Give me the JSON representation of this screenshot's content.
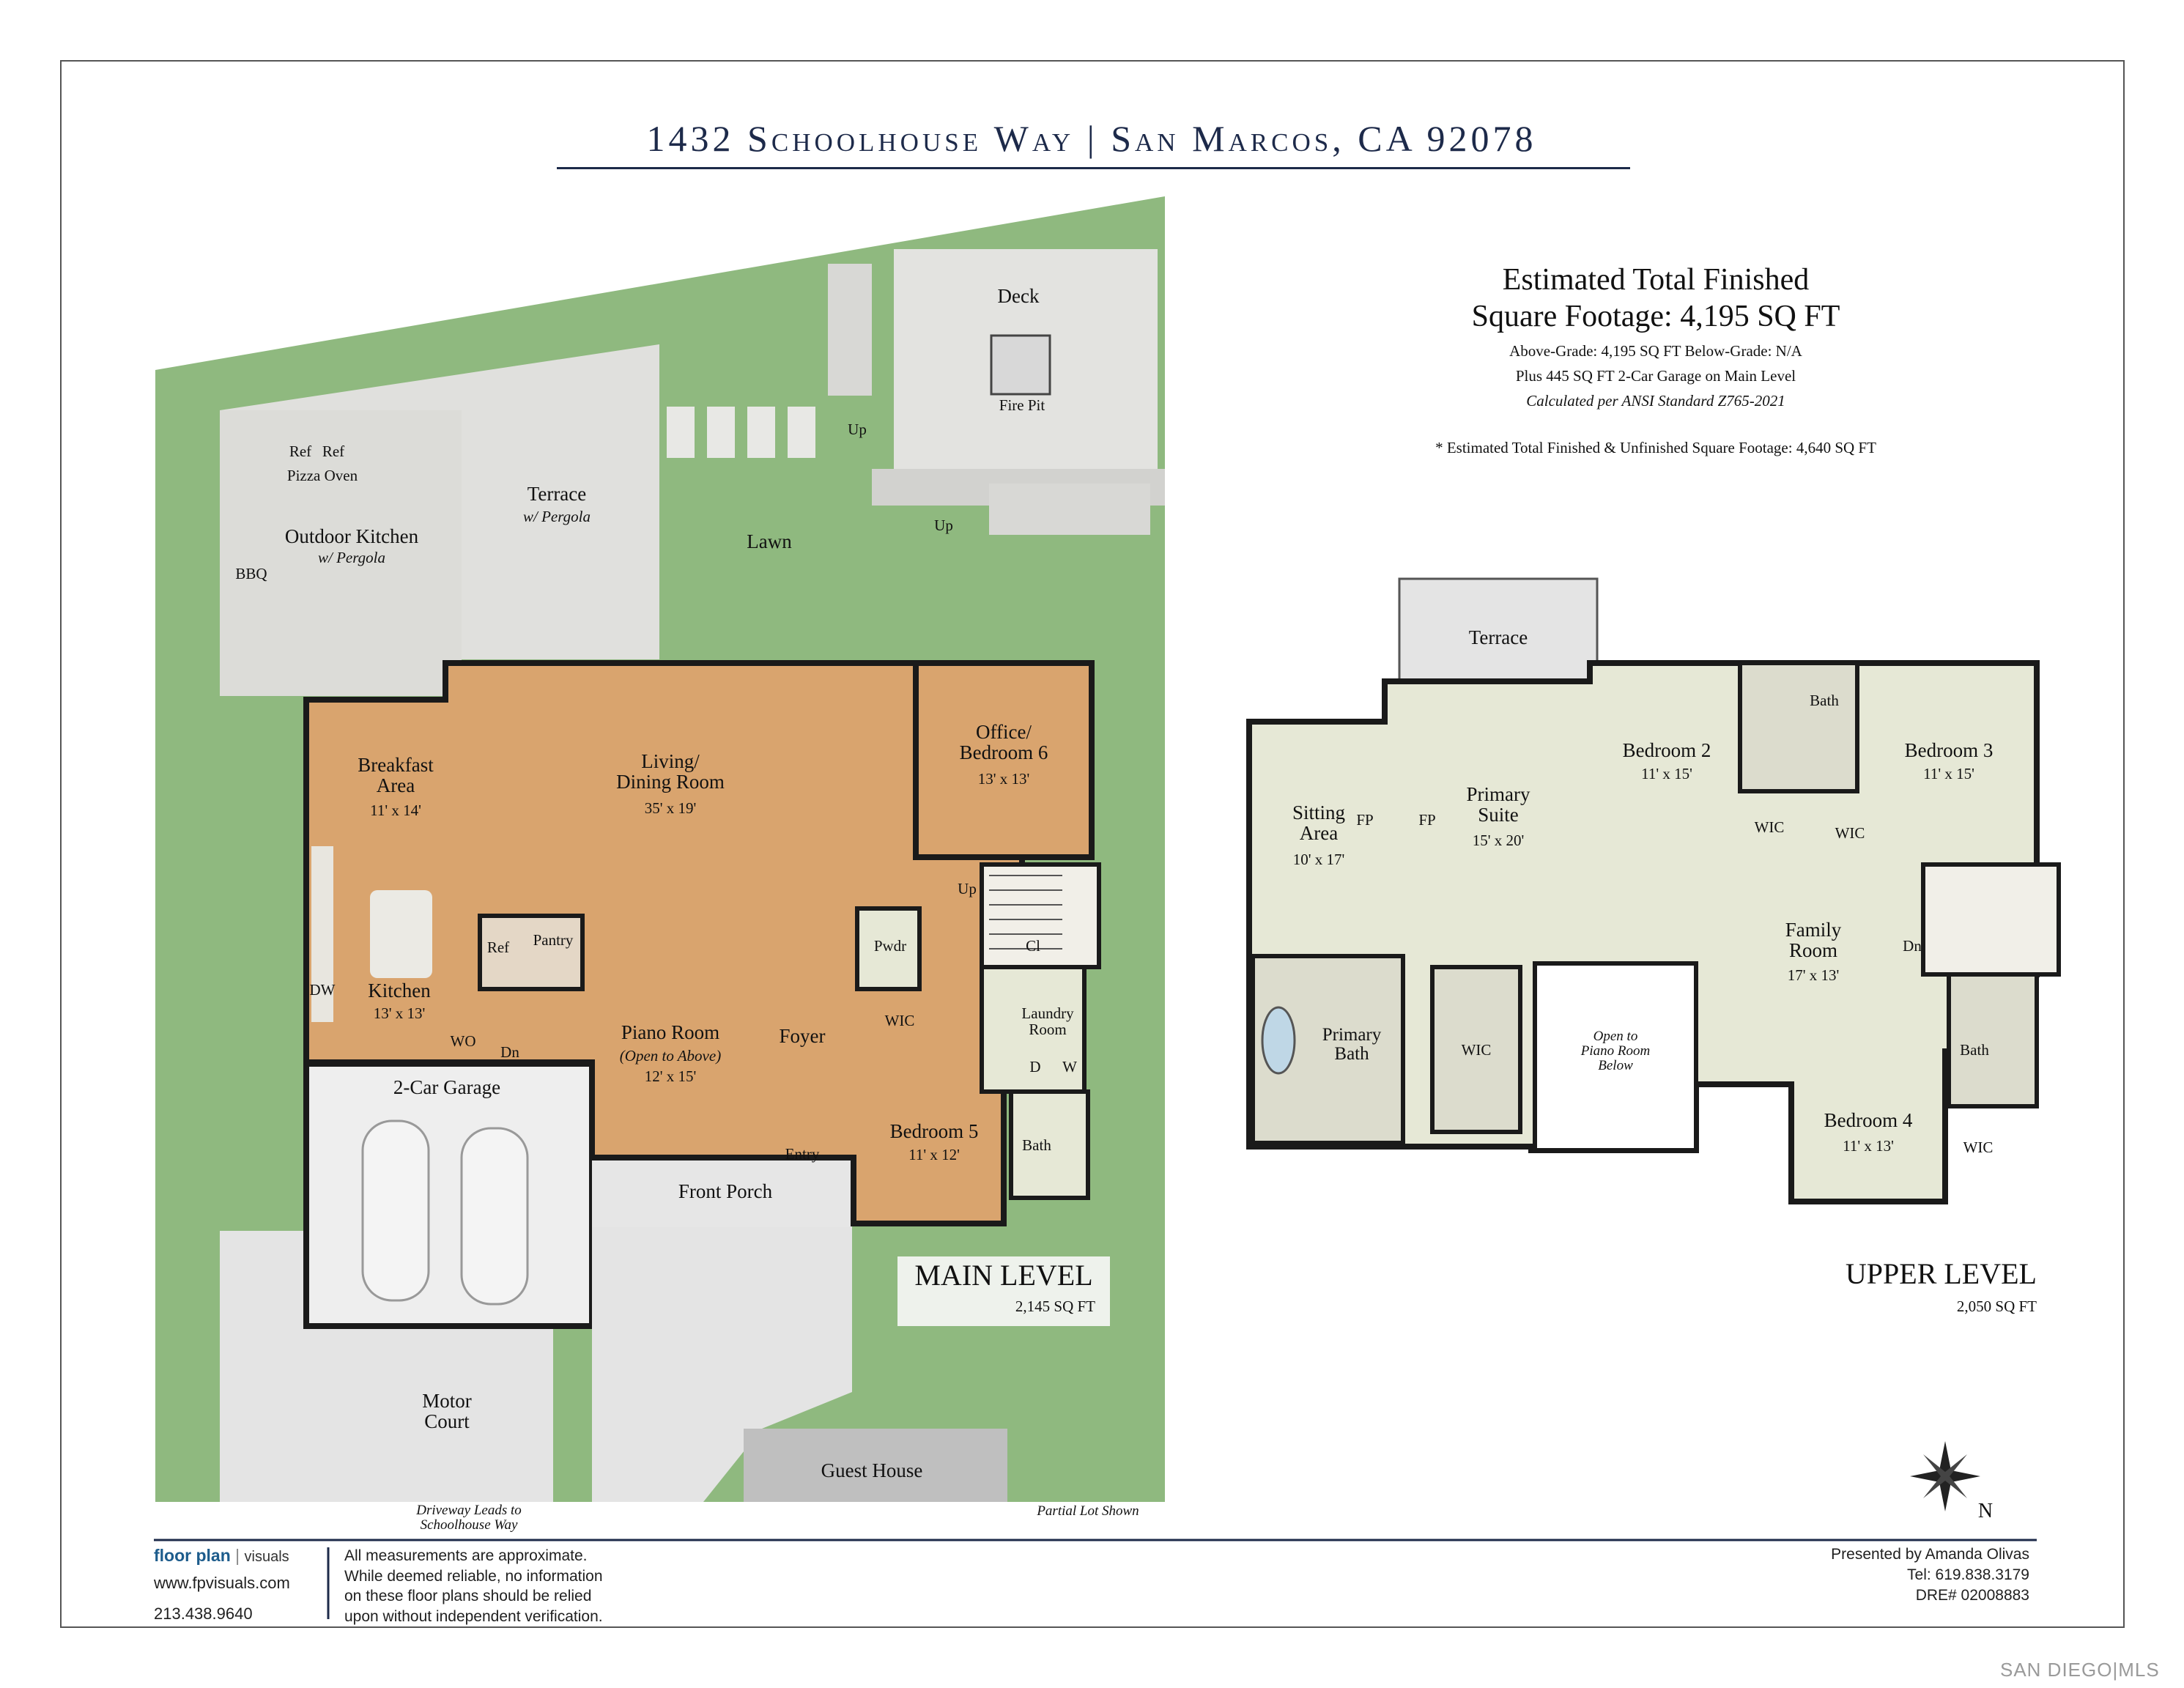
{
  "header": {
    "address": "1432 Schoolhouse Way  |  San Marcos, CA 92078"
  },
  "summary": {
    "line1": "Estimated Total Finished",
    "line2": "Square Footage: 4,195 SQ FT",
    "above_below": "Above-Grade: 4,195 SQ FT    Below-Grade: N/A",
    "garage": "Plus 445 SQ FT 2-Car Garage on Main Level",
    "standard": "Calculated per ANSI Standard Z765-2021",
    "total_note": "* Estimated Total Finished & Unfinished Square Footage: 4,640 SQ FT"
  },
  "main_level": {
    "name": "MAIN LEVEL",
    "sqft": "2,145 SQ FT",
    "rooms": {
      "deck": "Deck",
      "fire_pit": "Fire Pit",
      "up1": "Up",
      "up2": "Up",
      "terrace": "Terrace",
      "terrace_sub": "w/ Pergola",
      "outdoor_kitchen": "Outdoor Kitchen",
      "outdoor_kitchen_sub": "w/ Pergola",
      "ref1": "Ref",
      "ref2": "Ref",
      "pizza_oven": "Pizza Oven",
      "bbq": "BBQ",
      "lawn": "Lawn",
      "breakfast": "Breakfast\nArea",
      "breakfast_dim": "11' x 14'",
      "living": "Living/\nDining Room",
      "living_dim": "35' x 19'",
      "office": "Office/\nBedroom 6",
      "office_dim": "13' x 13'",
      "kitchen": "Kitchen",
      "kitchen_dim": "13' x 13'",
      "ref3": "Ref",
      "pantry": "Pantry",
      "dw": "DW",
      "wo": "WO",
      "dn": "Dn",
      "piano": "Piano Room",
      "piano_sub": "(Open to Above)",
      "piano_dim": "12' x 15'",
      "foyer": "Foyer",
      "pwdr": "Pwdr",
      "up3": "Up",
      "cl": "Cl",
      "laundry": "Laundry\nRoom",
      "d": "D",
      "w": "W",
      "wic": "WIC",
      "bed5": "Bedroom 5",
      "bed5_dim": "11' x 12'",
      "bath": "Bath",
      "garage": "2-Car Garage",
      "entry": "Entry",
      "porch": "Front Porch",
      "motor_court": "Motor\nCourt",
      "guest_house": "Guest House",
      "driveway": "Driveway Leads to\nSchoolhouse Way",
      "partial": "Partial Lot Shown"
    }
  },
  "upper_level": {
    "name": "UPPER LEVEL",
    "sqft": "2,050 SQ FT",
    "rooms": {
      "terrace": "Terrace",
      "sitting": "Sitting\nArea",
      "sitting_dim": "10' x 17'",
      "fp1": "FP",
      "fp2": "FP",
      "primary": "Primary\nSuite",
      "primary_dim": "15' x 20'",
      "bed2": "Bedroom 2",
      "bed2_dim": "11' x 15'",
      "bed3": "Bedroom 3",
      "bed3_dim": "11' x 15'",
      "bath1": "Bath",
      "wic1": "WIC",
      "wic2": "WIC",
      "family": "Family\nRoom",
      "family_dim": "17' x 13'",
      "dn": "Dn",
      "primary_bath": "Primary\nBath",
      "wic3": "WIC",
      "open_piano": "Open to\nPiano Room\nBelow",
      "bath2": "Bath",
      "bed4": "Bedroom 4",
      "bed4_dim": "11' x 13'",
      "wic4": "WIC"
    }
  },
  "compass": {
    "north": "N"
  },
  "footer": {
    "brand": "floor plan",
    "brand2": "visuals",
    "website": "www.fpvisuals.com",
    "phone": "213.438.9640",
    "disclaimer": "All measurements are approximate.\nWhile deemed reliable, no information\non these floor plans should be relied\nupon without independent verification.",
    "presented": "Presented by Amanda Olivas",
    "tel": "Tel: 619.838.3179",
    "dre": "DRE# 02008883"
  },
  "watermark": "SAN DIEGO|MLS",
  "colors": {
    "floor": "#d9a46e",
    "tile": "#e6e8d6",
    "lawn": "#8fb97f",
    "paving": "#e4e4e4",
    "wall": "#1a1a1a",
    "navy": "#1d2a4a"
  }
}
